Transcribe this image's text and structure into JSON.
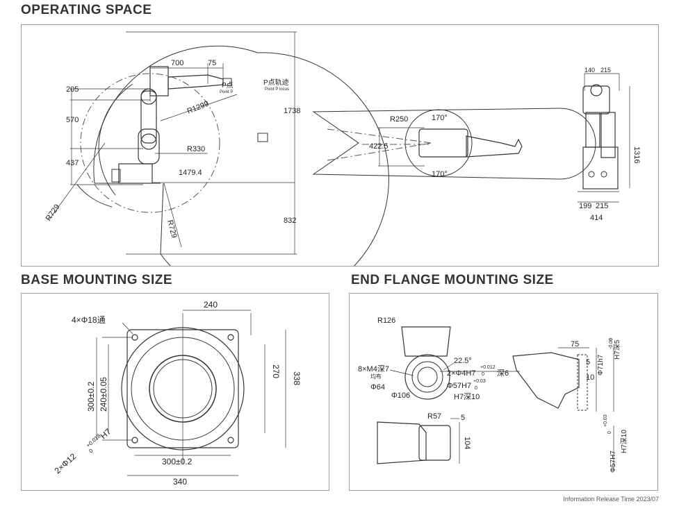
{
  "titles": {
    "operating_space": "OPERATING SPACE",
    "base_mounting": "BASE MOUNTING SIZE",
    "end_flange": "END FLANGE MOUNTING SIZE"
  },
  "operating_side": {
    "d700": "700",
    "d75": "75",
    "d205": "205",
    "d570": "570",
    "d437": "437",
    "p_point": "P点",
    "p_point_en": "Point P",
    "p_locus": "P点轨迹",
    "p_locus_en": "Point P locus",
    "r1299": "R1299",
    "r330": "R330",
    "d1479": "1479.4",
    "d1738": "1738",
    "d832": "832",
    "r729a": "R729",
    "r729b": "R729"
  },
  "operating_top": {
    "r250": "R250",
    "a170_top": "170°",
    "a170_bottom": "170°",
    "d422": "422.5"
  },
  "operating_front": {
    "d140": "140",
    "d215_top": "215",
    "d1316": "1316",
    "d199": "199",
    "d215_bottom": "215",
    "d414": "414"
  },
  "base": {
    "d240_top": "240",
    "holes_4": "4×Φ18通",
    "d300": "300±0.2",
    "d240": "240±0.05",
    "d270": "270",
    "d338": "338",
    "pin": "2×Φ12",
    "pin_tol_up": "+0.018",
    "pin_tol_dn": "0",
    "pin_fit": "H7",
    "d300_bottom": "300±0.2",
    "d340": "340"
  },
  "flange": {
    "r126": "R126",
    "d75": "75",
    "a22": "22.5°",
    "m4": "8×M4深7",
    "m4_sub": "均布",
    "pin4": "2×Φ4H7",
    "pin4_tol_up": "+0.012",
    "pin4_tol_dn": "0",
    "pin4_depth": "深6",
    "d57": "Φ57H7",
    "d57_tol_up": "+0.03",
    "d57_tol_dn": "0",
    "d57_depth": "H7深10",
    "d64": "Φ64",
    "d106": "Φ106",
    "d71": "Φ71h7",
    "d71_tol_up": "0",
    "d71_tol_dn": "-0.03",
    "d71_depth": "H7深5",
    "d5": "5",
    "d10": "10",
    "r57": "R57",
    "d5b": "5",
    "d104": "104",
    "d57b": "Φ57H7",
    "d57b_tol_up": "+0.03",
    "d57b_tol_dn": "0",
    "d57b_depth": "H7深10"
  },
  "footer": "Information Release Time 2023/07"
}
